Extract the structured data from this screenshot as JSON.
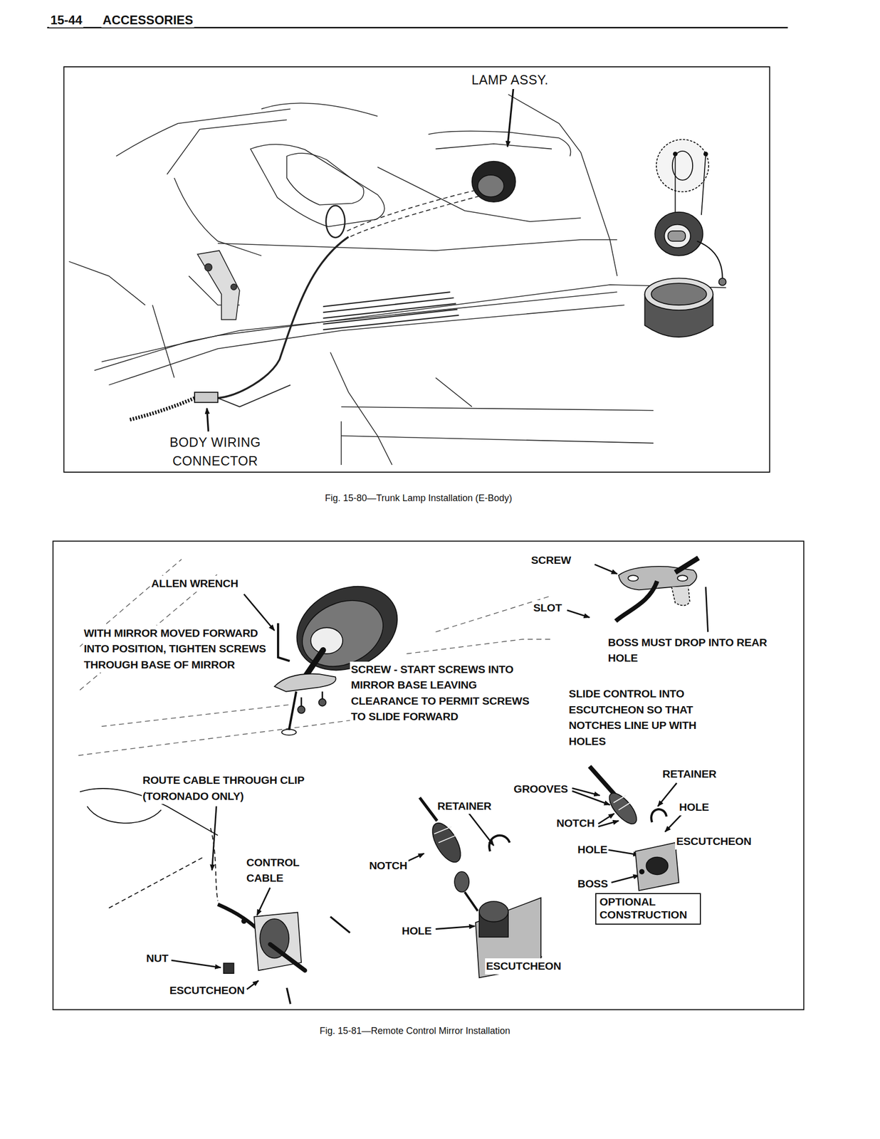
{
  "diagram": {
    "title": "ACCESSORIES",
    "nodes": [
      {
        "text": [
          "OPTIONAL CONSTRUCTION"
        ]
      }
    ],
    "labels": [
      "15-44",
      "LAMP ASSY.",
      "BODY WIRING CONNECTOR",
      "Fig. 15-80—Trunk Lamp Installation (E-Body)",
      "SCREW",
      "ALLEN WRENCH",
      "SLOT",
      "WITH MIRROR MOVED FORWARD INTO POSITION, TIGHTEN SCREWS THROUGH BASE OF MIRROR",
      "BOSS MUST DROP INTO REAR HOLE",
      "SCREW - START SCREWS INTO MIRROR BASE LEAVING CLEARANCE TO PERMIT SCREWS TO SLIDE FORWARD",
      "SLIDE CONTROL INTO ESCUTCHEON SO THAT NOTCHES LINE UP WITH HOLES",
      "RETAINER",
      "ROUTE CABLE THROUGH CLIP (TORONADO ONLY)",
      "GROOVES",
      "RETAINER",
      "HOLE",
      "NOTCH",
      "ESCUTCHEON",
      "HOLE",
      "CONTROL CABLE",
      "NOTCH",
      "BOSS",
      "HOLE",
      "NUT",
      "ESCUTCHEON",
      "ESCUTCHEON",
      "Fig. 15-81—Remote Control Mirror Installation"
    ]
  }
}
